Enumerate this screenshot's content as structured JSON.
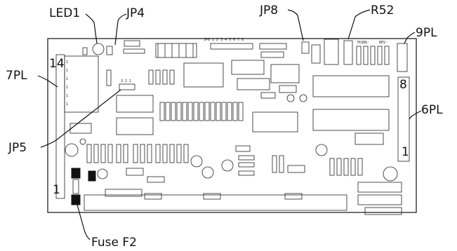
{
  "callouts": {
    "led1": "LED1",
    "jp4": "JP4",
    "jp8": "JP8",
    "r52": "R52",
    "pl9": "9PL",
    "pl7": "7PL",
    "pl6": "6PL",
    "jp5": "JP5",
    "fuse": "Fuse F2"
  },
  "pin_marks": {
    "p7_14": "14",
    "p7_1": "1",
    "p6_8": "8",
    "p6_1": "1"
  },
  "silkscreen": {
    "jp8_pins": "JP8 1 2 3 4 5 6 7 8",
    "jp5_pins": "3 2 1",
    "board_id": "76386-",
    "rev": "REV-"
  }
}
